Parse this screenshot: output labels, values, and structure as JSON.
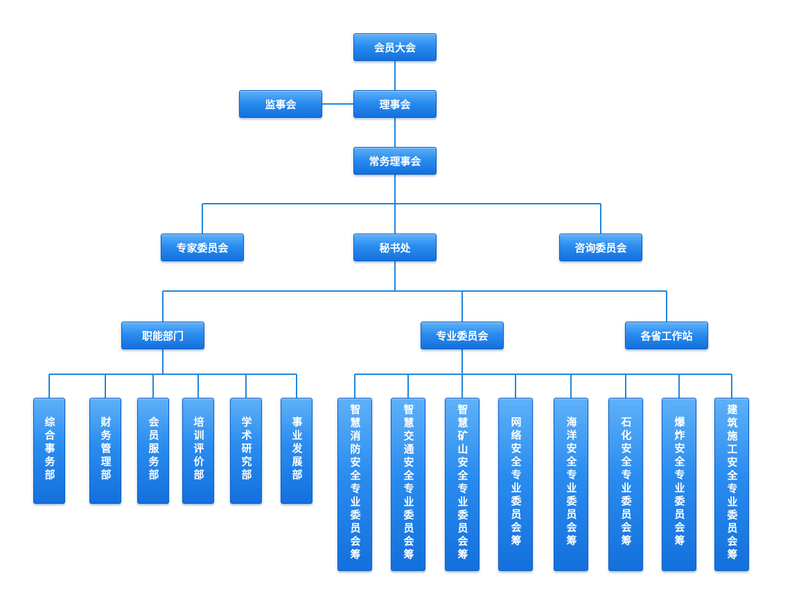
{
  "nodes": {
    "general_assembly": "会员大会",
    "supervisory_board": "监事会",
    "council": "理事会",
    "standing_council": "常务理事会",
    "expert_committee": "专家委员会",
    "secretariat": "秘书处",
    "advisory_committee": "咨询委员会",
    "functional_depts": "职能部门",
    "professional_committees": "专业委员会",
    "provincial_stations": "各省工作站"
  },
  "functional_departments": [
    "综合事务部",
    "财务管理部",
    "会员服务部",
    "培训评价部",
    "学术研究部",
    "事业发展部"
  ],
  "professional_committee_list": [
    "智慧消防安全专业委员会筹",
    "智慧交通安全专业委员会筹",
    "智慧矿山安全专业委员会筹",
    "网络安全专业委员会筹",
    "海洋安全专业委员会筹",
    "石化安全专业委员会筹",
    "爆炸安全专业委员会筹",
    "建筑施工安全专业委员会筹"
  ],
  "colors": {
    "box_top": "#5fb1f8",
    "box_bottom": "#1470dc",
    "connector": "#1f86e0",
    "text": "#ffffff"
  }
}
